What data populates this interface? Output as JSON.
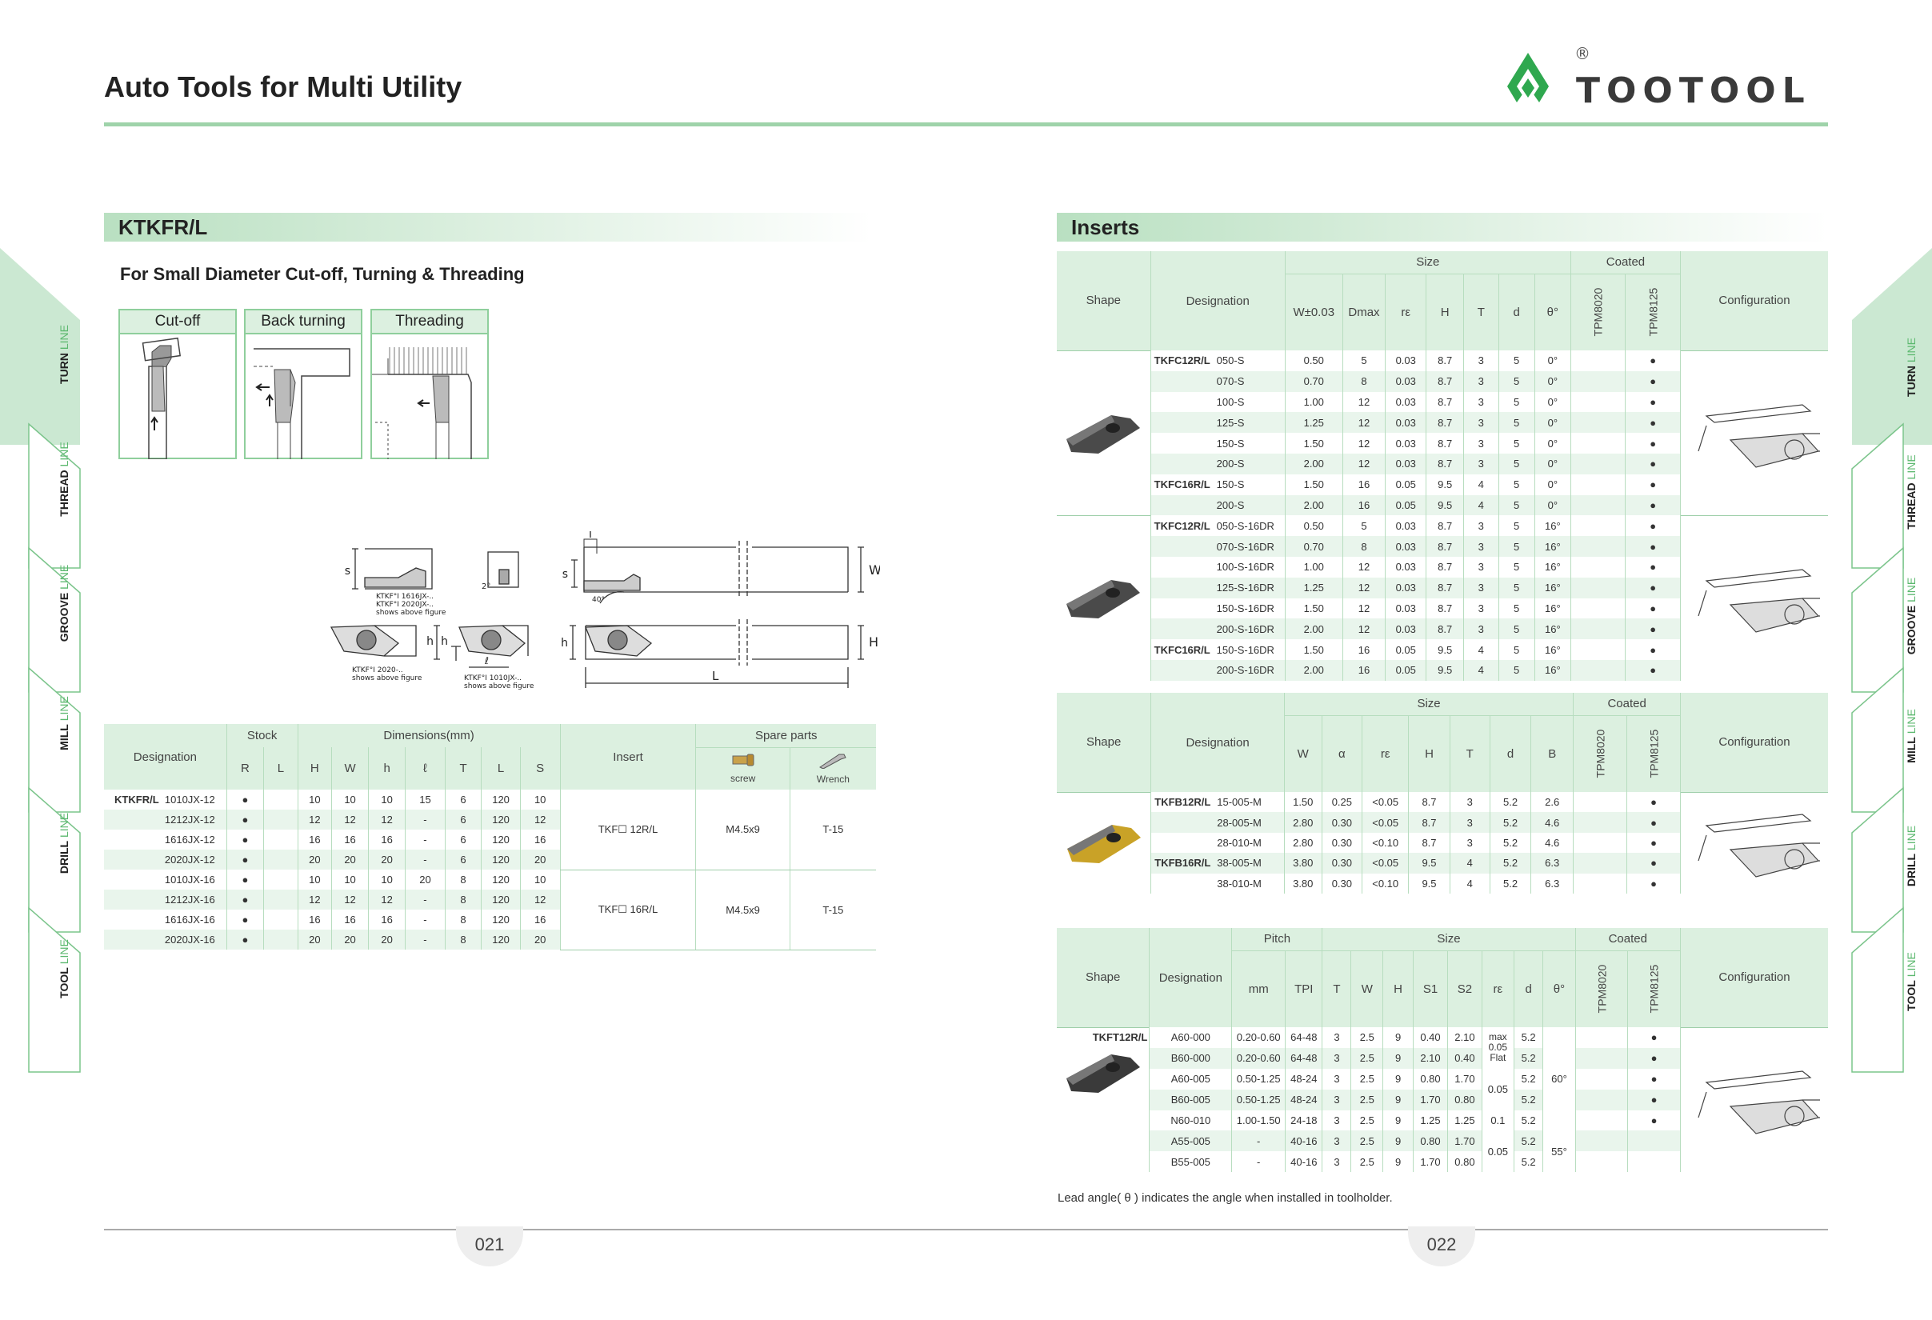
{
  "header": {
    "title": "Auto Tools for Multi Utility",
    "brand": "TOOTOOL",
    "registered": "®"
  },
  "colors": {
    "accent": "#5cb86f",
    "table_header": "#dcf0e0",
    "row_alt": "#e9f5ec"
  },
  "side_tabs": [
    {
      "word": "TURN",
      "suffix": "LINE"
    },
    {
      "word": "THREAD",
      "suffix": "LINE"
    },
    {
      "word": "GROOVE",
      "suffix": "LINE"
    },
    {
      "word": "MILL",
      "suffix": "LINE"
    },
    {
      "word": "DRILL",
      "suffix": "LINE"
    },
    {
      "word": "TOOL",
      "suffix": "LINE"
    }
  ],
  "left": {
    "section": "KTKFR/L",
    "subtitle": "For Small Diameter Cut-off, Turning & Threading",
    "operations": [
      "Cut-off",
      "Back turning",
      "Threading"
    ],
    "drawing_labels": {
      "note1": "KTKF°Ⅰ 1616JX-..\nKTKF°Ⅰ 2020JX-..\nshows above figure",
      "note2": "KTKF°Ⅰ 2020-..\nshows above figure",
      "note3": "KTKF°Ⅰ 1010JX-..\nshows above figure",
      "s": "s",
      "h": "h",
      "H": "H",
      "W": "W",
      "L": "L",
      "T": "T",
      "l": "ℓ",
      "angle": "2°",
      "angle2": "40°"
    },
    "table": {
      "headers": {
        "designation": "Designation",
        "stock": "Stock",
        "dimensions": "Dimensions(mm)",
        "insert": "Insert",
        "spare": "Spare parts",
        "R": "R",
        "L": "L",
        "H": "H",
        "W": "W",
        "h": "h",
        "l": "ℓ",
        "T": "T",
        "Lc": "L",
        "S": "S",
        "screw": "screw",
        "wrench": "Wrench"
      },
      "groups": [
        {
          "insert": "TKF☐ 12R/L",
          "screw": "M4.5x9",
          "wrench": "T-15",
          "rows": [
            {
              "prefix": "KTKFR/L",
              "code": "1010JX-12",
              "R": "●",
              "L": "",
              "H": "10",
              "W": "10",
              "h": "10",
              "l": "15",
              "T": "6",
              "Lc": "120",
              "S": "10"
            },
            {
              "prefix": "",
              "code": "1212JX-12",
              "R": "●",
              "L": "",
              "H": "12",
              "W": "12",
              "h": "12",
              "l": "-",
              "T": "6",
              "Lc": "120",
              "S": "12"
            },
            {
              "prefix": "",
              "code": "1616JX-12",
              "R": "●",
              "L": "",
              "H": "16",
              "W": "16",
              "h": "16",
              "l": "-",
              "T": "6",
              "Lc": "120",
              "S": "16"
            },
            {
              "prefix": "",
              "code": "2020JX-12",
              "R": "●",
              "L": "",
              "H": "20",
              "W": "20",
              "h": "20",
              "l": "-",
              "T": "6",
              "Lc": "120",
              "S": "20"
            }
          ]
        },
        {
          "insert": "TKF☐ 16R/L",
          "screw": "M4.5x9",
          "wrench": "T-15",
          "rows": [
            {
              "prefix": "",
              "code": "1010JX-16",
              "R": "●",
              "L": "",
              "H": "10",
              "W": "10",
              "h": "10",
              "l": "20",
              "T": "8",
              "Lc": "120",
              "S": "10"
            },
            {
              "prefix": "",
              "code": "1212JX-16",
              "R": "●",
              "L": "",
              "H": "12",
              "W": "12",
              "h": "12",
              "l": "-",
              "T": "8",
              "Lc": "120",
              "S": "12"
            },
            {
              "prefix": "",
              "code": "1616JX-16",
              "R": "●",
              "L": "",
              "H": "16",
              "W": "16",
              "h": "16",
              "l": "-",
              "T": "8",
              "Lc": "120",
              "S": "16"
            },
            {
              "prefix": "",
              "code": "2020JX-16",
              "R": "●",
              "L": "",
              "H": "20",
              "W": "20",
              "h": "20",
              "l": "-",
              "T": "8",
              "Lc": "120",
              "S": "20"
            }
          ]
        }
      ]
    },
    "page_number": "021"
  },
  "right": {
    "section": "Inserts",
    "table1": {
      "headers": {
        "shape": "Shape",
        "designation": "Designation",
        "size": "Size",
        "coated": "Coated",
        "config": "Configuration",
        "cols": [
          "W±0.03",
          "Dmax",
          "rε",
          "H",
          "T",
          "d",
          "θ°"
        ],
        "grades": [
          "TPM8020",
          "TPM8125"
        ]
      },
      "groups": [
        {
          "rows": [
            {
              "p": "TKFC12R/L",
              "c": "050-S",
              "v": [
                "0.50",
                "5",
                "0.03",
                "8.7",
                "3",
                "5",
                "0°"
              ],
              "g1": "",
              "g2": "●"
            },
            {
              "p": "",
              "c": "070-S",
              "v": [
                "0.70",
                "8",
                "0.03",
                "8.7",
                "3",
                "5",
                "0°"
              ],
              "g1": "",
              "g2": "●"
            },
            {
              "p": "",
              "c": "100-S",
              "v": [
                "1.00",
                "12",
                "0.03",
                "8.7",
                "3",
                "5",
                "0°"
              ],
              "g1": "",
              "g2": "●"
            },
            {
              "p": "",
              "c": "125-S",
              "v": [
                "1.25",
                "12",
                "0.03",
                "8.7",
                "3",
                "5",
                "0°"
              ],
              "g1": "",
              "g2": "●"
            },
            {
              "p": "",
              "c": "150-S",
              "v": [
                "1.50",
                "12",
                "0.03",
                "8.7",
                "3",
                "5",
                "0°"
              ],
              "g1": "",
              "g2": "●"
            },
            {
              "p": "",
              "c": "200-S",
              "v": [
                "2.00",
                "12",
                "0.03",
                "8.7",
                "3",
                "5",
                "0°"
              ],
              "g1": "",
              "g2": "●"
            },
            {
              "p": "TKFC16R/L",
              "c": "150-S",
              "v": [
                "1.50",
                "16",
                "0.05",
                "9.5",
                "4",
                "5",
                "0°"
              ],
              "g1": "",
              "g2": "●"
            },
            {
              "p": "",
              "c": "200-S",
              "v": [
                "2.00",
                "16",
                "0.05",
                "9.5",
                "4",
                "5",
                "0°"
              ],
              "g1": "",
              "g2": "●"
            }
          ]
        },
        {
          "rows": [
            {
              "p": "TKFC12R/L",
              "c": "050-S-16DR",
              "v": [
                "0.50",
                "5",
                "0.03",
                "8.7",
                "3",
                "5",
                "16°"
              ],
              "g1": "",
              "g2": "●"
            },
            {
              "p": "",
              "c": "070-S-16DR",
              "v": [
                "0.70",
                "8",
                "0.03",
                "8.7",
                "3",
                "5",
                "16°"
              ],
              "g1": "",
              "g2": "●"
            },
            {
              "p": "",
              "c": "100-S-16DR",
              "v": [
                "1.00",
                "12",
                "0.03",
                "8.7",
                "3",
                "5",
                "16°"
              ],
              "g1": "",
              "g2": "●"
            },
            {
              "p": "",
              "c": "125-S-16DR",
              "v": [
                "1.25",
                "12",
                "0.03",
                "8.7",
                "3",
                "5",
                "16°"
              ],
              "g1": "",
              "g2": "●"
            },
            {
              "p": "",
              "c": "150-S-16DR",
              "v": [
                "1.50",
                "12",
                "0.03",
                "8.7",
                "3",
                "5",
                "16°"
              ],
              "g1": "",
              "g2": "●"
            },
            {
              "p": "",
              "c": "200-S-16DR",
              "v": [
                "2.00",
                "12",
                "0.03",
                "8.7",
                "3",
                "5",
                "16°"
              ],
              "g1": "",
              "g2": "●"
            },
            {
              "p": "TKFC16R/L",
              "c": "150-S-16DR",
              "v": [
                "1.50",
                "16",
                "0.05",
                "9.5",
                "4",
                "5",
                "16°"
              ],
              "g1": "",
              "g2": "●"
            },
            {
              "p": "",
              "c": "200-S-16DR",
              "v": [
                "2.00",
                "16",
                "0.05",
                "9.5",
                "4",
                "5",
                "16°"
              ],
              "g1": "",
              "g2": "●"
            }
          ]
        }
      ]
    },
    "table2": {
      "headers": {
        "shape": "Shape",
        "designation": "Designation",
        "size": "Size",
        "coated": "Coated",
        "config": "Configuration",
        "cols": [
          "W",
          "α",
          "rε",
          "H",
          "T",
          "d",
          "B"
        ],
        "grades": [
          "TPM8020",
          "TPM8125"
        ]
      },
      "rows": [
        {
          "p": "TKFB12R/L",
          "c": "15-005-M",
          "v": [
            "1.50",
            "0.25",
            "<0.05",
            "8.7",
            "3",
            "5.2",
            "2.6"
          ],
          "g1": "",
          "g2": "●"
        },
        {
          "p": "",
          "c": "28-005-M",
          "v": [
            "2.80",
            "0.30",
            "<0.05",
            "8.7",
            "3",
            "5.2",
            "4.6"
          ],
          "g1": "",
          "g2": "●"
        },
        {
          "p": "",
          "c": "28-010-M",
          "v": [
            "2.80",
            "0.30",
            "<0.10",
            "8.7",
            "3",
            "5.2",
            "4.6"
          ],
          "g1": "",
          "g2": "●"
        },
        {
          "p": "TKFB16R/L",
          "c": "38-005-M",
          "v": [
            "3.80",
            "0.30",
            "<0.05",
            "9.5",
            "4",
            "5.2",
            "6.3"
          ],
          "g1": "",
          "g2": "●"
        },
        {
          "p": "",
          "c": "38-010-M",
          "v": [
            "3.80",
            "0.30",
            "<0.10",
            "9.5",
            "4",
            "5.2",
            "6.3"
          ],
          "g1": "",
          "g2": "●"
        }
      ]
    },
    "table3": {
      "headers": {
        "shape": "Shape",
        "designation": "Designation",
        "pitch": "Pitch",
        "size": "Size",
        "coated": "Coated",
        "config": "Configuration",
        "pcols": [
          "mm",
          "TPI"
        ],
        "cols": [
          "T",
          "W",
          "H",
          "S1",
          "S2",
          "rε",
          "d",
          "θ°"
        ],
        "grades": [
          "TPM8020",
          "TPM8125"
        ]
      },
      "prefix": "TKFT12R/L",
      "rows": [
        {
          "c": "A60-000",
          "mm": "0.20-0.60",
          "tpi": "64-48",
          "T": "3",
          "W": "2.5",
          "H": "9",
          "S1": "0.40",
          "S2": "2.10",
          "g2": "●"
        },
        {
          "c": "B60-000",
          "mm": "0.20-0.60",
          "tpi": "64-48",
          "T": "3",
          "W": "2.5",
          "H": "9",
          "S1": "2.10",
          "S2": "0.40",
          "g2": "●"
        },
        {
          "c": "A60-005",
          "mm": "0.50-1.25",
          "tpi": "48-24",
          "T": "3",
          "W": "2.5",
          "H": "9",
          "S1": "0.80",
          "S2": "1.70",
          "g2": "●"
        },
        {
          "c": "B60-005",
          "mm": "0.50-1.25",
          "tpi": "48-24",
          "T": "3",
          "W": "2.5",
          "H": "9",
          "S1": "1.70",
          "S2": "0.80",
          "g2": "●"
        },
        {
          "c": "N60-010",
          "mm": "1.00-1.50",
          "tpi": "24-18",
          "T": "3",
          "W": "2.5",
          "H": "9",
          "S1": "1.25",
          "S2": "1.25",
          "g2": "●"
        },
        {
          "c": "A55-005",
          "mm": "-",
          "tpi": "40-16",
          "T": "3",
          "W": "2.5",
          "H": "9",
          "S1": "0.80",
          "S2": "1.70",
          "g2": ""
        },
        {
          "c": "B55-005",
          "mm": "-",
          "tpi": "40-16",
          "T": "3",
          "W": "2.5",
          "H": "9",
          "S1": "1.70",
          "S2": "0.80",
          "g2": ""
        }
      ],
      "re_a": "max\n0.05\nFlat",
      "re_b": "0.05",
      "re_c": "0.1",
      "re_d": "0.05",
      "d": "5.2",
      "theta_a": "60°",
      "theta_b": "55°"
    },
    "note": "Lead angle( θ ) indicates the angle when installed in toolholder.",
    "page_number": "022"
  }
}
